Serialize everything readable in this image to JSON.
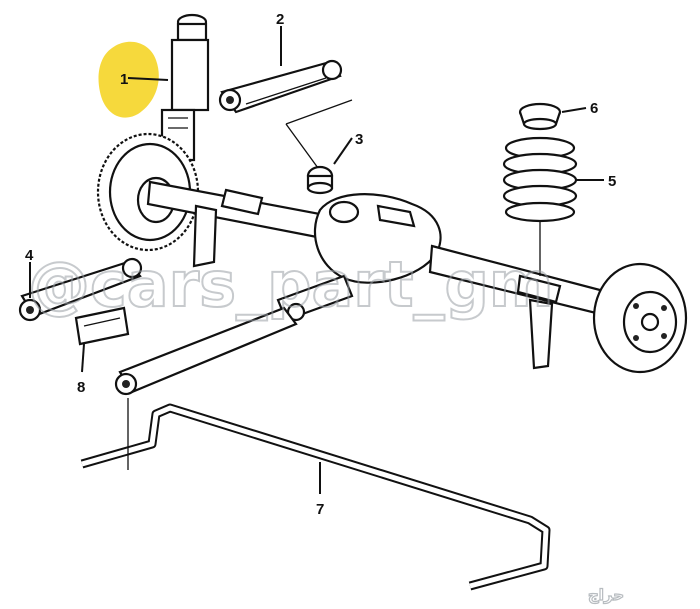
{
  "callouts": [
    {
      "label": "1"
    },
    {
      "label": "2"
    },
    {
      "label": "3"
    },
    {
      "label": "4"
    },
    {
      "label": "5"
    },
    {
      "label": "6"
    },
    {
      "label": "7"
    },
    {
      "label": "8"
    }
  ],
  "watermark": {
    "handle": "@cars_part_gm",
    "brand": "حراج"
  },
  "colors": {
    "ink": "#111111",
    "highlight": "#f5d21a",
    "watermark": "#9aa0a6"
  }
}
